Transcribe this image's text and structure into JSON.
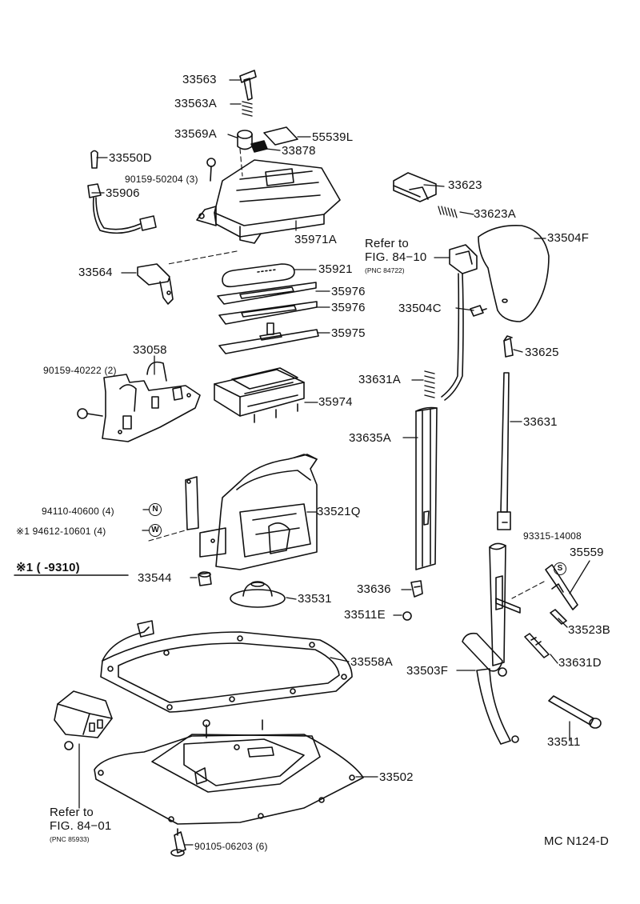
{
  "parts": [
    {
      "id": "p33563",
      "text": "33563"
    },
    {
      "id": "p33563A",
      "text": "33563A"
    },
    {
      "id": "p33569A",
      "text": "33569A"
    },
    {
      "id": "p55539L",
      "text": "55539L"
    },
    {
      "id": "p33878",
      "text": "33878"
    },
    {
      "id": "p33550D",
      "text": "33550D"
    },
    {
      "id": "p90159_50204",
      "text": "90159-50204 (3)"
    },
    {
      "id": "p35906",
      "text": "35906"
    },
    {
      "id": "p35971A",
      "text": "35971A"
    },
    {
      "id": "p33623",
      "text": "33623"
    },
    {
      "id": "p33623A",
      "text": "33623A"
    },
    {
      "id": "p33504F",
      "text": "33504F"
    },
    {
      "id": "p33564",
      "text": "33564"
    },
    {
      "id": "p35921",
      "text": "35921"
    },
    {
      "id": "p35976a",
      "text": "35976"
    },
    {
      "id": "p35976b",
      "text": "35976"
    },
    {
      "id": "p33504C",
      "text": "33504C"
    },
    {
      "id": "p35975",
      "text": "35975"
    },
    {
      "id": "p33625",
      "text": "33625"
    },
    {
      "id": "p33058",
      "text": "33058"
    },
    {
      "id": "p90159_40222",
      "text": "90159-40222 (2)"
    },
    {
      "id": "p33631A",
      "text": "33631A"
    },
    {
      "id": "p35974",
      "text": "35974"
    },
    {
      "id": "p33631",
      "text": "33631"
    },
    {
      "id": "p33635A",
      "text": "33635A"
    },
    {
      "id": "p94110",
      "text": "94110-40600 (4)"
    },
    {
      "id": "p94612",
      "text": "※1  94612-10601 (4)"
    },
    {
      "id": "p33521Q",
      "text": "33521Q"
    },
    {
      "id": "p93315",
      "text": "93315-14008"
    },
    {
      "id": "p35559",
      "text": "35559"
    },
    {
      "id": "p33544",
      "text": "33544"
    },
    {
      "id": "p33531",
      "text": "33531"
    },
    {
      "id": "p33636",
      "text": "33636"
    },
    {
      "id": "p33511E",
      "text": "33511E"
    },
    {
      "id": "p33523B",
      "text": "33523B"
    },
    {
      "id": "p33558A",
      "text": "33558A"
    },
    {
      "id": "p33631D",
      "text": "33631D"
    },
    {
      "id": "p33503F",
      "text": "33503F"
    },
    {
      "id": "p33511",
      "text": "33511"
    },
    {
      "id": "p33502",
      "text": "33502"
    },
    {
      "id": "p90105",
      "text": "90105-06203 (6)"
    }
  ],
  "circle_marks": {
    "n": "N",
    "w": "W",
    "s": "S"
  },
  "footnote": "※1 (         -9310)",
  "refs": {
    "top": {
      "line1": "Refer to",
      "line2": "FIG. 84−10",
      "pnc": "(PNC 84722)"
    },
    "bottom": {
      "line1": "Refer to",
      "line2": "FIG. 84−01",
      "pnc": "(PNC 85933)"
    }
  },
  "code": "MC N124-D"
}
